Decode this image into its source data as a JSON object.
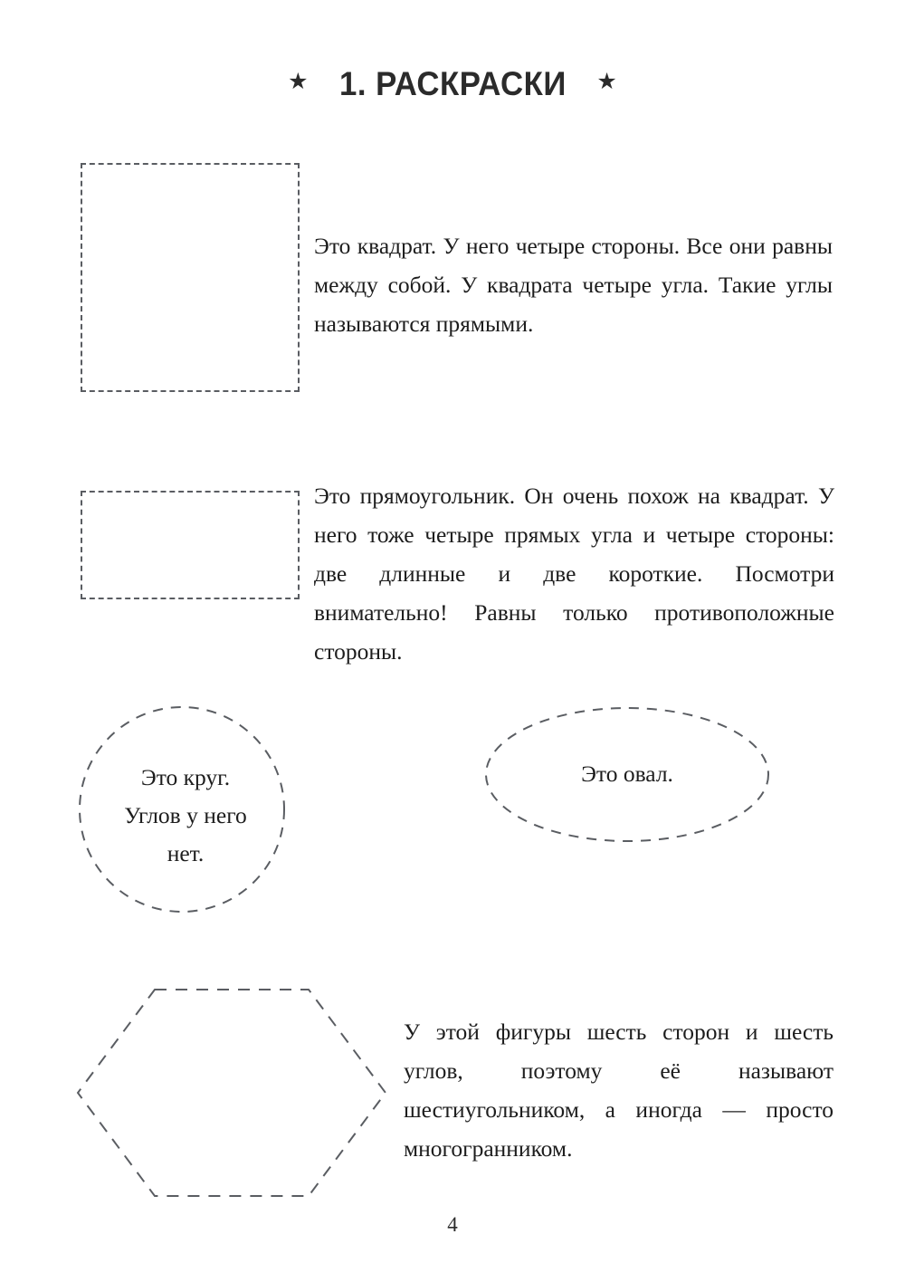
{
  "page": {
    "background_color": "#ffffff",
    "text_color": "#1d1d1d",
    "shape_stroke_color": "#5a5d62",
    "page_number": "4"
  },
  "header": {
    "star_left": "★",
    "title": "1. РАСКРАСКИ",
    "star_right": "★"
  },
  "sections": [
    {
      "shape": "square",
      "shape_label": null,
      "text": "Это квадрат. У него четыре стороны. Все они равны между собой. У квадрата четыре угла. Такие углы называются прямыми."
    },
    {
      "shape": "rectangle",
      "shape_label": null,
      "text": "Это прямоугольник. Он очень похож на квадрат. У него тоже четыре прямых угла и четыре стороны: две длинные и две короткие. Посмотри внимательно! Равны только противоположные стороны."
    },
    {
      "shape": "circle",
      "shape_label": "Это круг. Углов у него нет.",
      "text": null
    },
    {
      "shape": "oval",
      "shape_label": "Это овал.",
      "text": null
    },
    {
      "shape": "hexagon",
      "shape_label": null,
      "text": "У этой фигуры шесть сторон и шесть углов, поэтому её называют шестиугольником, а иногда — просто многогранником."
    }
  ],
  "circle_label_lines": {
    "line1": "Это круг.",
    "line2": "Углов у него",
    "line3": "нет."
  },
  "oval_label_lines": {
    "line1": "Это овал."
  }
}
